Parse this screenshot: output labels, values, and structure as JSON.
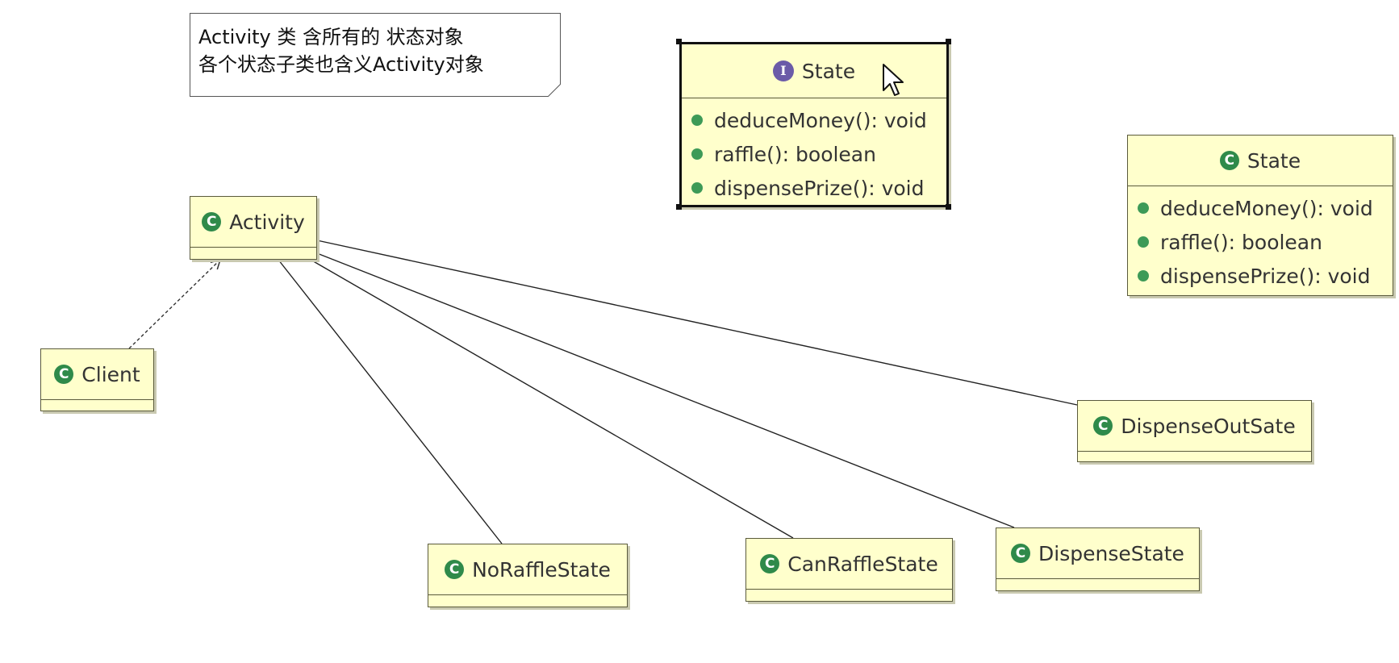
{
  "note": {
    "line1": "Activity 类 含所有的 状态对象",
    "line2": "各个状态子类也含义Activity对象"
  },
  "state_interface": {
    "name": "State",
    "icon": "interface-icon",
    "methods": [
      "deduceMoney(): void",
      "raffle(): boolean",
      "dispensePrize(): void"
    ]
  },
  "state_class": {
    "name": "State",
    "icon": "class-icon",
    "methods": [
      "deduceMoney(): void",
      "raffle(): boolean",
      "dispensePrize(): void"
    ]
  },
  "classes": {
    "activity": "Activity",
    "client": "Client",
    "no_raffle": "NoRaffleState",
    "can_raffle": "CanRaffleState",
    "dispense": "DispenseState",
    "dispense_out": "DispenseOutSate"
  },
  "icon_glyphs": {
    "class": "C",
    "interface": "I"
  },
  "colors": {
    "class_fill": "#ffffcc",
    "class_icon": "#2f8a4a",
    "interface_icon": "#6b5ba8",
    "border": "#5a5a3c"
  }
}
